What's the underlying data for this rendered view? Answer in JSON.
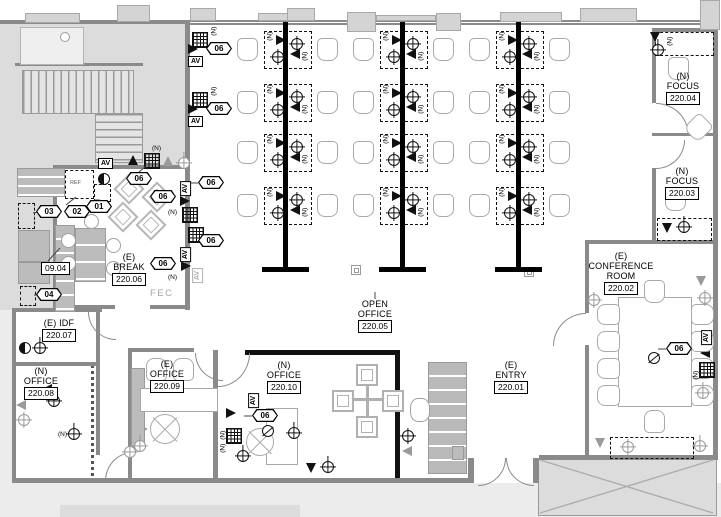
{
  "rooms": {
    "entry": {
      "title": "(E)\nENTRY",
      "number": "220.01"
    },
    "conference": {
      "title": "(E)\nCONFERENCE\nROOM",
      "number": "220.02"
    },
    "focus203": {
      "title": "(N)\nFOCUS",
      "number": "220.03"
    },
    "focus204": {
      "title": "(N)\nFOCUS",
      "number": "220.04"
    },
    "openOffice": {
      "title": "OPEN\nOFFICE",
      "number": "220.05"
    },
    "breakRoom": {
      "title": "(E)\nBREAK",
      "number": "220.06"
    },
    "idf": {
      "title": "(E) IDF",
      "number": "220.07"
    },
    "office208": {
      "title": "(N)\nOFFICE",
      "number": "220.08"
    },
    "office209": {
      "title": "(E)\nOFFICE",
      "number": "220.09"
    },
    "office210": {
      "title": "(N)\nOFFICE",
      "number": "220.10"
    }
  },
  "keynotes": {
    "k01": "01",
    "k02": "02",
    "k03": "03",
    "k04": "04",
    "k06": "06",
    "k0904": "09.04"
  },
  "labels": {
    "av": "AV",
    "fec": "FEC",
    "ref": "REF",
    "new": "(N)"
  }
}
